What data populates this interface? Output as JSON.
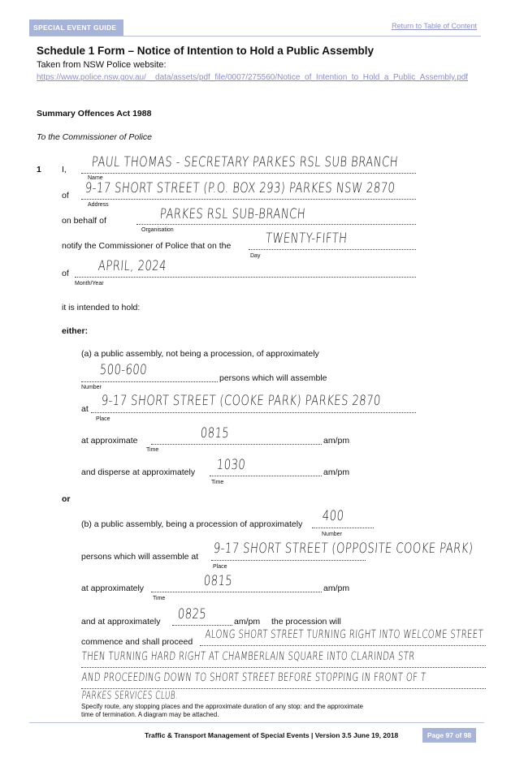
{
  "header": {
    "badge": "SPECIAL EVENT GUIDE",
    "toc_link": "Return to Table of Content"
  },
  "title": "Schedule 1 Form – Notice of Intention to Hold a Public Assembly",
  "source_label": "Taken from NSW Police website:",
  "source_url": "https://www.police.nsw.gov.au/__data/assets/pdf_file/0007/275560/Notice_of_Intention_to_Hold_a_Public_Assembly.pdf",
  "act": "Summary Offences Act 1988",
  "to_line": "To the Commissioner of Police",
  "section_number": "1",
  "labels": {
    "i": "I,",
    "name": "Name",
    "of": "of",
    "address": "Address",
    "on_behalf_of": "on behalf of",
    "organisation": "Organisation",
    "notify": "notify the Commissioner of Police that on the",
    "day": "Day",
    "of2": "of",
    "month_year": "Month/Year",
    "intended": "it is intended to hold:",
    "either": "either:",
    "opt_a": "(a) a public assembly, not being a procession, of approximately",
    "number": "Number",
    "persons_assemble": "persons which will assemble",
    "at": "at",
    "place": "Place",
    "at_approx": "at approximate",
    "time": "Time",
    "am_pm": "am/pm",
    "disperse": "and disperse at approximately",
    "or": "or",
    "opt_b": "(b) a public assembly, being a procession of approximately",
    "persons_assemble_at": "persons which will assemble at",
    "at_approximately": "at approximately",
    "and_at_approx": "and at approximately",
    "procession_will": "the procession will",
    "commence": "commence and shall proceed",
    "specify": "Specify route, any stopping places and the approximate duration of any stop: and the approximate time of termination. A diagram may be attached."
  },
  "handwritten": {
    "name": "PAUL THOMAS - SECRETARY PARKES RSL SUB BRANCH",
    "address": "9-17 SHORT STREET (P.O. BOX 293) PARKES NSW 2870",
    "organisation": "PARKES RSL SUB-BRANCH",
    "day": "TWENTY-FIFTH",
    "month_year": "APRIL, 2024",
    "a_number": "500-600",
    "a_place": "9-17 SHORT STREET (COOKE PARK) PARKES 2870",
    "a_time": "0815",
    "a_disperse": "1030",
    "b_number": "400",
    "b_place": "9-17 SHORT STREET (OPPOSITE COOKE PARK)",
    "b_time": "0815",
    "b_commence": "0825",
    "route_1": "ALONG SHORT STREET TURNING RIGHT INTO WELCOME STREET",
    "route_2": "THEN TURNING HARD RIGHT AT CHAMBERLAIN SQUARE INTO CLARINDA STR",
    "route_3": "AND PROCEEDING DOWN TO SHORT STREET BEFORE STOPPING IN FRONT OF T",
    "route_4": "PARKES SERVICES CLUB."
  },
  "footer": {
    "text": "Traffic & Transport Management of Special Events | Version 3.5 June 19, 2018",
    "page": "Page 97 of 98"
  }
}
